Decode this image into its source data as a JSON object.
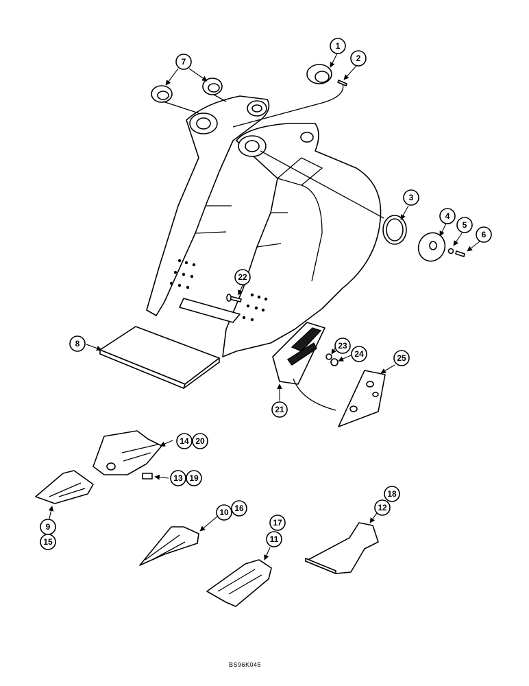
{
  "drawing_code": "BS96K045",
  "callouts": {
    "c1": "1",
    "c2": "2",
    "c3": "3",
    "c4": "4",
    "c5": "5",
    "c6": "6",
    "c7": "7",
    "c8": "8",
    "c9": "9",
    "c10": "10",
    "c11": "11",
    "c12": "12",
    "c13": "13",
    "c14": "14",
    "c15": "15",
    "c16": "16",
    "c17": "17",
    "c18": "18",
    "c19": "19",
    "c20": "20",
    "c21": "21",
    "c22": "22",
    "c23": "23",
    "c24": "24",
    "c25": "25"
  }
}
